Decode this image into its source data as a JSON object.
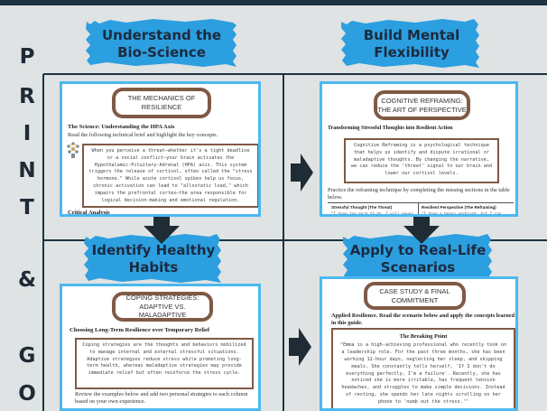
{
  "side_letters": [
    "P",
    "R",
    "I",
    "N",
    "T",
    "&",
    "G",
    "O"
  ],
  "headers": {
    "q1": "Understand the Bio-Science",
    "q2": "Build Mental Flexibility",
    "q3": "Identify Healthy Habits",
    "q4": "Apply to Real-Life Scenarios"
  },
  "cards": {
    "c1": {
      "pill": "THE MECHANICS OF RESILIENCE",
      "heading": "The Science: Understanding the HPA Axis",
      "instruction": "Read the following technical brief and highlight the key concepts.",
      "quote": "When you perceive a threat—whether it's a tight deadline or a social conflict—your brain activates the Hypothalamic-Pituitary-Adrenal (HPA) axis. This system triggers the release of cortisol, often called the \"stress hormone.\" While acute cortisol spikes help us focus, chronic activation can lead to \"allostatic load,\" which impairs the prefrontal cortex—the area responsible for logical decision-making and emotional regulation.",
      "footer": "Critical Analysis"
    },
    "c2": {
      "pill": "COGNITIVE REFRAMING: THE ART OF PERSPECTIVE",
      "heading": "Transforming Stressful Thoughts into Resilient Action",
      "quote": "Cognitive Reframing is a psychological technique that helps us identify and dispute irrational or maladaptive thoughts. By changing the narrative, we can reduce the 'threat' signal to our brain and lower our cortisol levels.",
      "instruction": "Practice the reframing technique by completing the missing sections in the table below.",
      "col1": "Stressful Thought (The Threat)",
      "col2": "Resilient Perspective (The Reframing)",
      "cell1": "\"I have too much to do. I will never",
      "cell2": "\"I have a heavy workload, but I can"
    },
    "c3": {
      "pill": "COPING STRATEGIES: ADAPTIVE VS. MALADAPTIVE",
      "heading": "Choosing Long-Term Resilience over Temporary Relief",
      "quote": "Coping strategies are the thoughts and behaviors mobilized to manage internal and external stressful situations. Adaptive strategies reduce stress while promoting long-term health, whereas maladaptive strategies may provide immediate relief but often reinforce the stress cycle.",
      "instruction": "Review the examples below and add two personal strategies to each column based on your own experience."
    },
    "c4": {
      "pill": "CASE STUDY & FINAL COMMITMENT",
      "instruction": "Applied Resilience. Read the scenario below and apply the concepts learned in this guide.",
      "quote_title": "The Breaking Point",
      "quote": "\"Emma is a high-achieving professional who recently took on a leadership role. For the past three months, she has been working 12-hour days, neglecting her sleep, and skipping meals. She constantly tells herself, 'If I don't do everything perfectly, I'm a failure'. Recently, she has noticed she is more irritable, has frequent tension headaches, and struggles to make simple decisions. Instead of resting, she spends her late nights scrolling on her phone to 'numb out the stress.'\""
    }
  },
  "colors": {
    "background": "#dfe3e3",
    "grid": "#1d3340",
    "banner": "#2b9fe0",
    "card_border": "#4cb8ef",
    "pill_border": "#7f5a45",
    "arrow": "#1f2c35"
  }
}
